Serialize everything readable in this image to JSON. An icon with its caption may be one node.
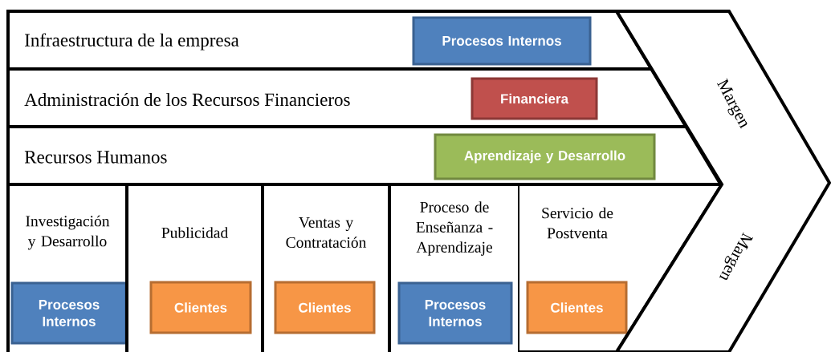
{
  "diagram": {
    "nodes": [
      {
        "text": [
          "Infraestructura de la empresa"
        ]
      },
      {
        "text": [
          "Procesos Internos"
        ],
        "in": 0
      },
      {
        "text": [
          "Administración de los Recursos Financieros"
        ]
      },
      {
        "text": [
          "Financiera"
        ],
        "in": 2
      },
      {
        "text": [
          "Recursos Humanos"
        ]
      },
      {
        "text": [
          "Aprendizaje y Desarrollo"
        ],
        "in": 4
      },
      {
        "text": [
          "Investigación y Desarrollo"
        ]
      },
      {
        "text": [
          "Procesos Internos"
        ],
        "in": 6
      },
      {
        "text": [
          "Publicidad"
        ]
      },
      {
        "text": [
          "Clientes"
        ],
        "in": 8
      },
      {
        "text": [
          "Ventas y Contratación"
        ]
      },
      {
        "text": [
          "Clientes"
        ],
        "in": 10
      },
      {
        "text": [
          "Proceso de Enseñanza - Aprendizaje"
        ]
      },
      {
        "text": [
          "Procesos Internos"
        ],
        "in": 12
      },
      {
        "text": [
          "Servicio de Postventa"
        ]
      },
      {
        "text": [
          "Clientes"
        ],
        "in": 14
      },
      {
        "text": [
          "Margen",
          "Margen"
        ]
      }
    ]
  }
}
